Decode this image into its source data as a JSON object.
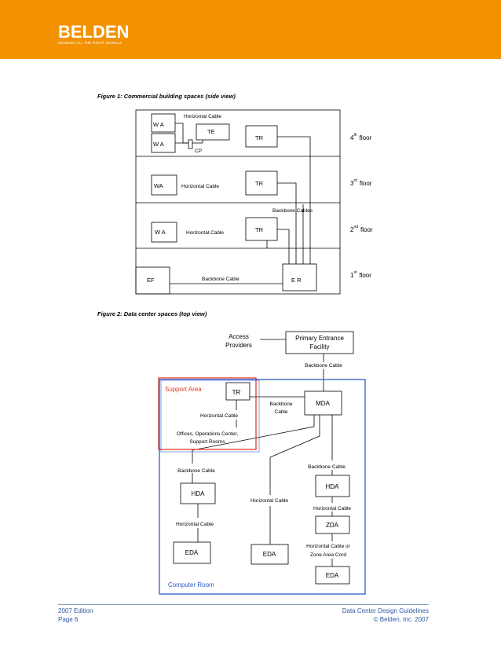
{
  "header": {
    "logo_name": "BELDEN",
    "logo_tagline": "SENDING ALL THE RIGHT SIGNALS",
    "color": "#f39200"
  },
  "figure1": {
    "caption": "Figure 1: Commercial building spaces (side view)",
    "wa": "W A",
    "wa_top": "WA",
    "te": "TE",
    "tr": "TR",
    "er": "E R",
    "ef": "EF",
    "cp": "CP",
    "horizontal_cable": "Horizontal Cable",
    "backbone_cables": "Backbone Cables",
    "backbone_cable": "Backbone Cable",
    "floors": [
      {
        "num": "4",
        "sup": "th",
        "label": "floor"
      },
      {
        "num": "3",
        "sup": "rd",
        "label": "floor"
      },
      {
        "num": "2",
        "sup": "nd",
        "label": "floor"
      },
      {
        "num": "1",
        "sup": "st",
        "label": "floor"
      }
    ]
  },
  "figure2": {
    "caption": "Figure 2: Data center spaces (top view)",
    "access_line1": "Access",
    "access_line2": "Providers",
    "pef_line1": "Primary Entrance",
    "pef_line2": "Facility",
    "backbone_cable": "Backbone Cable",
    "support_area": "Support Area",
    "tr": "TR",
    "horizontal_cable": "Horizontal Cable",
    "offices_line1": "Offices, Operations Center,",
    "offices_line2": "Support Rooms",
    "backbone_line1": "Backbone",
    "backbone_line2": "Cable",
    "mda": "MDA",
    "hda": "HDA",
    "zda": "ZDA",
    "eda": "EDA",
    "hc_or_line1": "Horizontal Cable or",
    "hc_or_line2": "Zone Area Cord",
    "computer_room": "Computer Room",
    "support_color": "#e03a2a",
    "room_color": "#2f5ad0"
  },
  "footer": {
    "edition": "2007 Edition",
    "page": "Page 6",
    "title": "Data Center Design Guidelines",
    "copyright": "© Belden, Inc. 2007"
  }
}
